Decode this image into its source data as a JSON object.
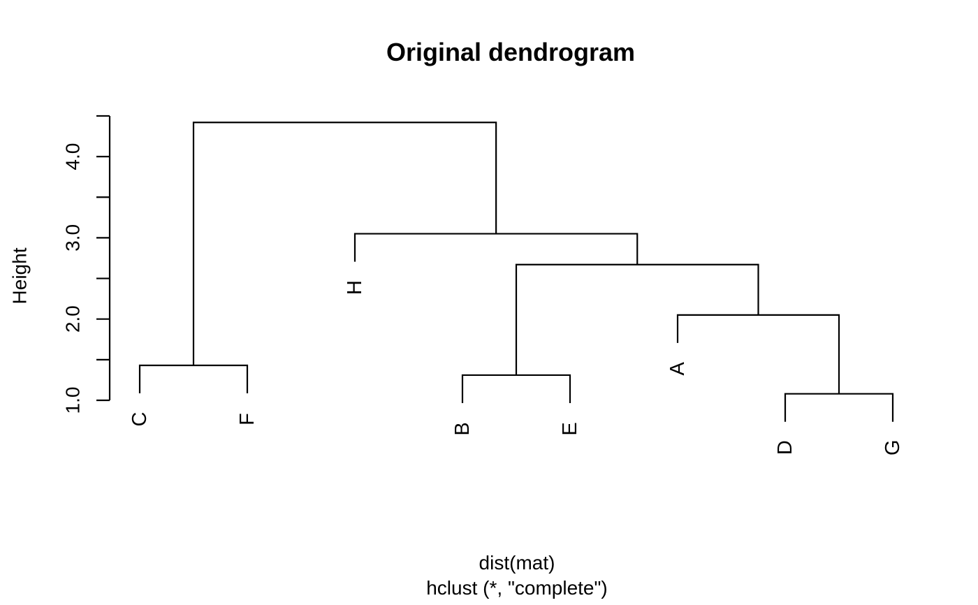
{
  "chart_data": {
    "type": "dendrogram",
    "title": "Original dendrogram",
    "ylabel": "Height",
    "xlabel_lines": [
      "dist(mat)",
      "hclust (*, \"complete\")"
    ],
    "leaves": [
      "C",
      "F",
      "H",
      "B",
      "E",
      "A",
      "D",
      "G"
    ],
    "merges": [
      {
        "id": "C-F",
        "left": "C",
        "right": "F",
        "height": 1.43
      },
      {
        "id": "B-E",
        "left": "B",
        "right": "E",
        "height": 1.31
      },
      {
        "id": "D-G",
        "left": "D",
        "right": "G",
        "height": 1.08
      },
      {
        "id": "A-DG",
        "left": "A",
        "right": "D-G",
        "height": 2.05
      },
      {
        "id": "BE-ADG",
        "left": "B-E",
        "right": "A-DG",
        "height": 2.67
      },
      {
        "id": "H-BEADG",
        "left": "H",
        "right": "BE-ADG",
        "height": 3.05
      },
      {
        "id": "root",
        "left": "C-F",
        "right": "H-BEADG",
        "height": 4.42
      }
    ],
    "y_axis": {
      "range": [
        1.0,
        4.5
      ],
      "ticks": [
        1.0,
        1.5,
        2.0,
        2.5,
        3.0,
        3.5,
        4.0,
        4.5
      ],
      "labeled_ticks": [
        "1.0",
        "2.0",
        "3.0",
        "4.0"
      ]
    },
    "hang": 0.34,
    "linkage_method": "complete",
    "line_color": "#000000",
    "background": "#ffffff"
  }
}
